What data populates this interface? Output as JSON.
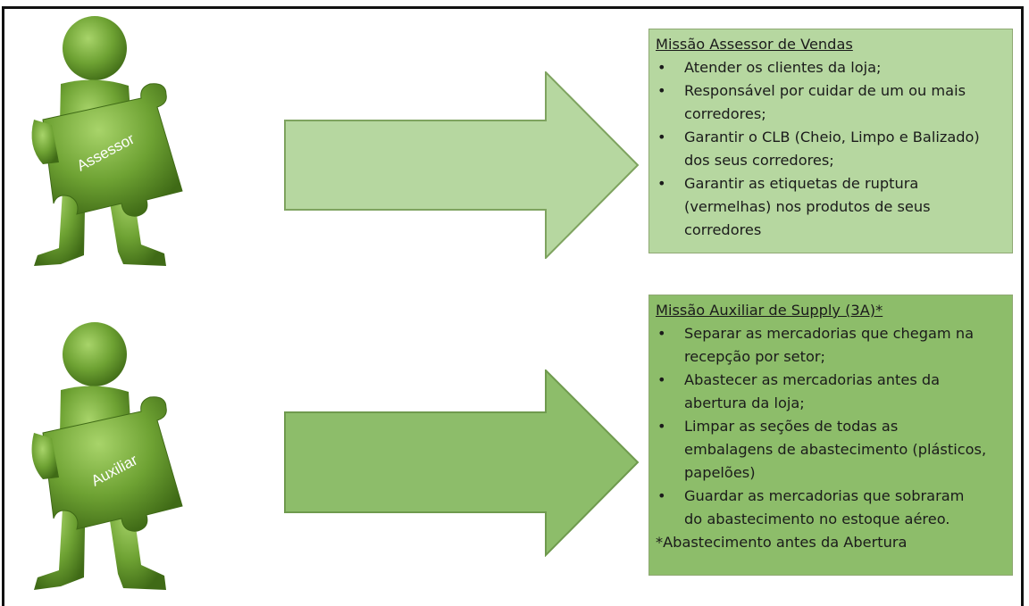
{
  "colors": {
    "figure_green": "#6ea233",
    "figure_dark": "#4b7a1f",
    "arrow_fill": "#b6d7a0",
    "arrow_stroke": "#7ea35f",
    "box1_fill": "#b6d7a0",
    "box2_fill": "#8dbd6a"
  },
  "figures": [
    {
      "icon": "person-holding-puzzle-piece-icon",
      "label": "Assessor"
    },
    {
      "icon": "person-holding-puzzle-piece-icon",
      "label": "Auxiliar"
    }
  ],
  "arrows": [
    {
      "icon": "right-arrow-icon"
    },
    {
      "icon": "right-arrow-icon"
    }
  ],
  "boxes": [
    {
      "title": "Missão Assessor de Vendas",
      "items": [
        [
          "Atender os clientes da loja;"
        ],
        [
          "Responsável por cuidar de um ou mais",
          "corredores;"
        ],
        [
          "Garantir o CLB (Cheio, Limpo e Balizado)",
          "dos seus corredores;"
        ],
        [
          "Garantir as etiquetas de ruptura",
          "(vermelhas) nos produtos de seus",
          "corredores"
        ]
      ]
    },
    {
      "title": "Missão Auxiliar de Supply (3A)*",
      "items": [
        [
          "Separar as mercadorias que chegam na",
          "recepção por setor;"
        ],
        [
          "Abastecer as mercadorias antes da",
          "abertura da loja;"
        ],
        [
          "Limpar as seções de todas as",
          "embalagens de abastecimento (plásticos,",
          "papelões)"
        ],
        [
          "Guardar as mercadorias que sobraram",
          "do abastecimento no estoque aéreo."
        ]
      ],
      "footnote": "*Abastecimento antes da Abertura"
    }
  ]
}
